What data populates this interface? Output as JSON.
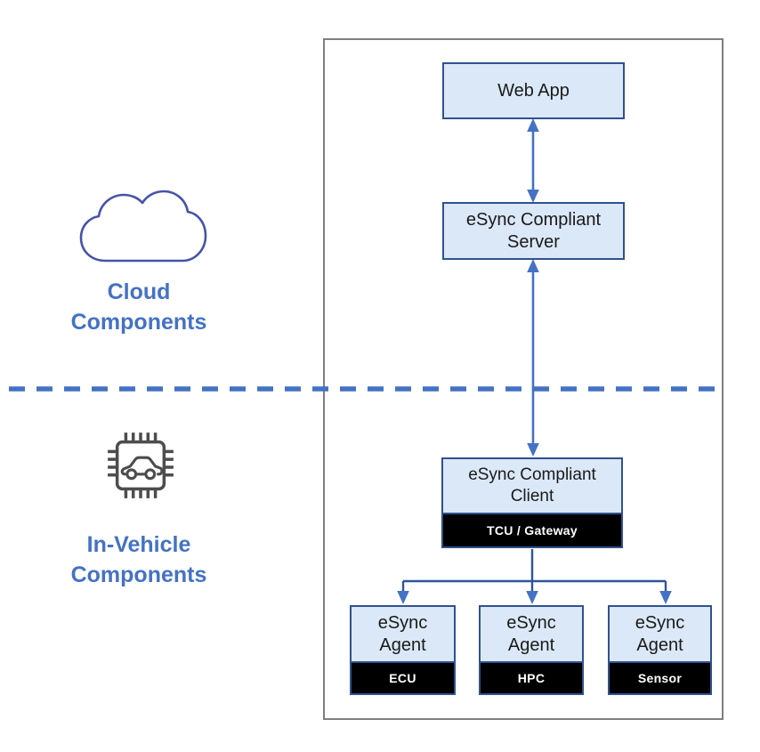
{
  "diagram": {
    "cloud_section": {
      "icon": "cloud-icon",
      "label_line1": "Cloud",
      "label_line2": "Components"
    },
    "vehicle_section": {
      "icon": "chip-car-icon",
      "label_line1": "In-Vehicle",
      "label_line2": "Components"
    },
    "nodes": {
      "web_app": {
        "label": "Web App"
      },
      "server": {
        "label": "eSync Compliant Server"
      },
      "client": {
        "label": "eSync Compliant Client",
        "sublabel": "TCU / Gateway"
      },
      "agents": [
        {
          "label": "eSync Agent",
          "sublabel": "ECU"
        },
        {
          "label": "eSync Agent",
          "sublabel": "HPC"
        },
        {
          "label": "eSync Agent",
          "sublabel": "Sensor"
        }
      ]
    },
    "connections": [
      "Web App <-> eSync Compliant Server",
      "eSync Compliant Server <-> eSync Compliant Client",
      "eSync Compliant Client -> eSync Agent (ECU)",
      "eSync Compliant Client -> eSync Agent (HPC)",
      "eSync Compliant Client -> eSync Agent (Sensor)"
    ],
    "colors": {
      "node_fill": "#dbe8f7",
      "node_border": "#2f528f",
      "arrow_blue": "#4472c4",
      "dashed_divider": "#4472c4",
      "frame_border": "#7f7f7f",
      "black_bar": "#000000",
      "black_bar_text": "#ffffff",
      "section_label_text": "#4472c4",
      "cloud_icon_stroke": "#4653a8",
      "chip_icon_stroke": "#4d4d4d"
    }
  }
}
